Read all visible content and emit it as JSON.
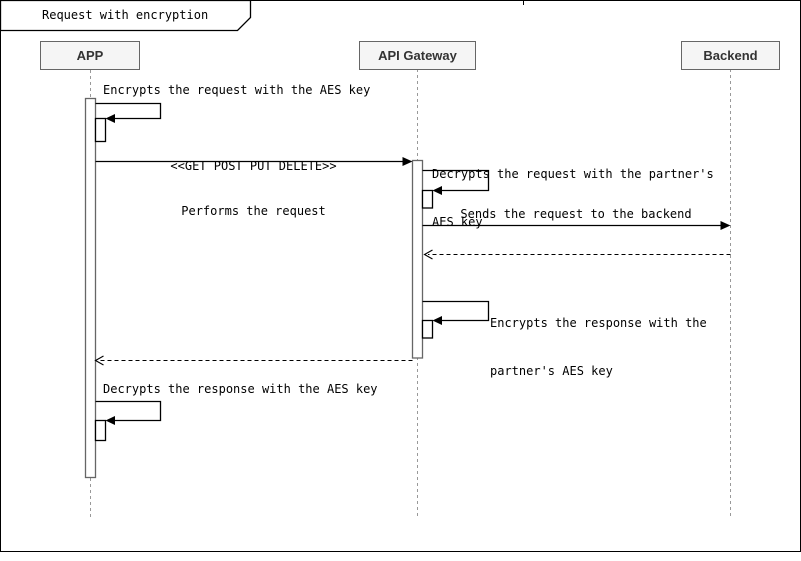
{
  "frame": {
    "title": "Request with encryption"
  },
  "participants": [
    {
      "label": "APP"
    },
    {
      "label": "API Gateway"
    },
    {
      "label": "Backend"
    }
  ],
  "messages": {
    "encrypt_request": "Encrypts the request with the AES key",
    "request_stereotype": "<<GET POST PUT DELETE>>",
    "perform_request": "Performs the request",
    "decrypt_request_l1": "Decrypts the request with the partner's",
    "decrypt_request_l2": "AES key",
    "send_to_backend": "Sends the request to the backend",
    "encrypt_response_l1": "Encrypts the response with the",
    "encrypt_response_l2": "partner's AES key",
    "decrypt_response": "Decrypts the response with the AES key"
  },
  "colors": {
    "background": "#ffffff",
    "frame_border": "#000000",
    "participant_fill": "#f5f5f5",
    "participant_border": "#666666",
    "participant_text": "#333333",
    "message_line": "#000000",
    "message_text": "#000000",
    "lifeline": "#999999",
    "activation_fill": "#ffffff",
    "activation_border": "#666666"
  }
}
